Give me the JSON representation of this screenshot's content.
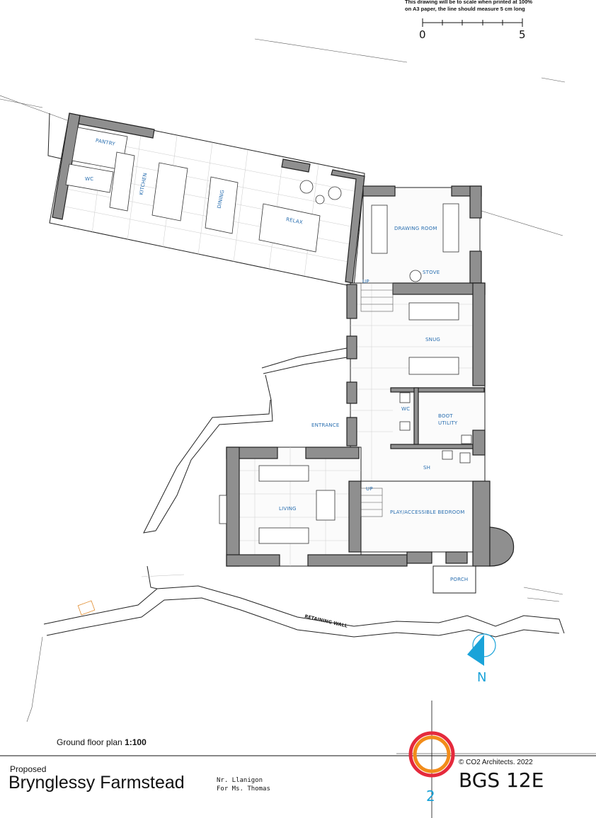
{
  "scale_note": {
    "line1": "This drawing will be to scale when printed at 100%",
    "line2": "on A3 paper, the line should measure 5 cm long",
    "start": "0",
    "end": "5"
  },
  "rooms": {
    "pantry": "PANTRY",
    "kitchen": "KITCHEN",
    "dining": "DINING",
    "relax": "RELAX",
    "wc_north": "WC",
    "drawing_room": "DRAWING ROOM",
    "stove": "STOVE",
    "up_north": "UP",
    "snug": "SNUG",
    "wc": "WC",
    "boot_utility_1": "BOOT",
    "boot_utility_2": "UTILITY",
    "entrance": "ENTRANCE",
    "sh": "SH",
    "up_south": "UP",
    "living": "LIVING",
    "play_bedroom": "PLAY/ACCESSIBLE BEDROOM",
    "porch": "PORCH"
  },
  "site": {
    "retaining_wall": "RETAINING WALL"
  },
  "north_label": "N",
  "plan_title": {
    "name": "Ground floor plan",
    "scale": "1:100"
  },
  "title_block": {
    "status": "Proposed",
    "project": "Brynglessy Farmstead",
    "location": "Nr. Llanigon",
    "client": "For Ms. Thomas",
    "copyright": "© CO2 Architects. 2022",
    "drawing_code": "BGS 12E"
  },
  "colors": {
    "room_label": "#2a6fb0",
    "north_arrow": "#1aa3d9",
    "logo_red": "#e52a3c",
    "logo_orange": "#f28c1a",
    "wall_fill": "#8f8f8f"
  }
}
